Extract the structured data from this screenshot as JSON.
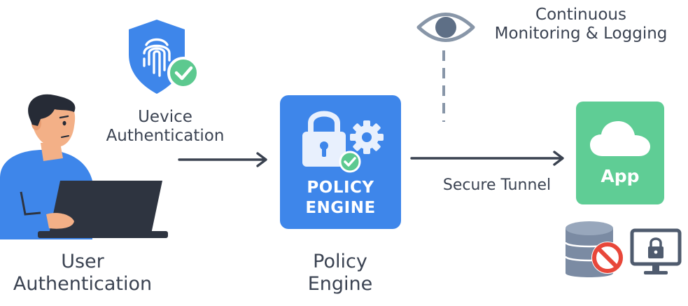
{
  "labels": {
    "device_auth_line1": "Uevice",
    "device_auth_line2": "Authentication",
    "user_auth_line1": "User",
    "user_auth_line2": "Authentication",
    "policy_line1": "Policy",
    "policy_line2": "Engine",
    "policy_box_line1": "POLICY",
    "policy_box_line2": "ENGINE",
    "secure_tunnel": "Secure Tunnel",
    "app": "App",
    "monitoring_line1": "Continuous",
    "monitoring_line2": "Monitoring & Logging"
  },
  "colors": {
    "policy_engine": "#3e86ea",
    "app": "#5fcd95",
    "shield": "#3e86ea",
    "check": "#5cc98f",
    "block": "#e8473a",
    "text": "#3b4352",
    "arrow": "#3a4250"
  },
  "icons": [
    "fingerprint-shield-icon",
    "check-badge-icon",
    "user-at-laptop-icon",
    "padlock-icon",
    "gear-icon",
    "eye-icon",
    "cloud-icon",
    "database-icon",
    "block-icon",
    "monitor-lock-icon"
  ]
}
